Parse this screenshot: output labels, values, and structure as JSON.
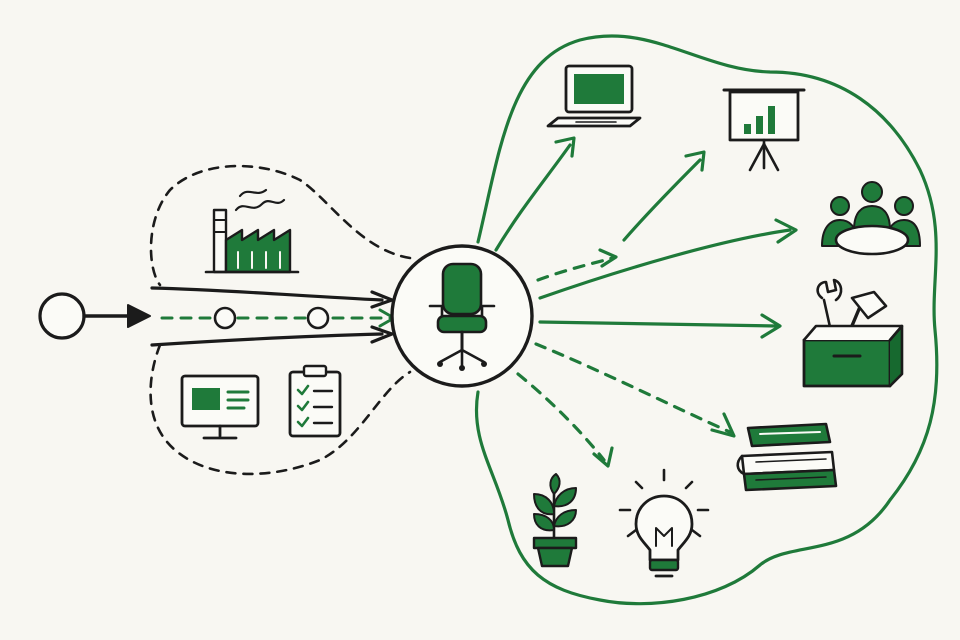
{
  "colors": {
    "background": "#f8f7f2",
    "ink": "#1b1b1b",
    "accent": "#1f7a3a",
    "accent_dark": "#17692f"
  },
  "icons": {
    "input_node": "circle-node-icon",
    "factory": "factory-icon",
    "monitor": "monitor-icon",
    "clipboard": "clipboard-checklist-icon",
    "center": "office-chair-icon",
    "laptop": "laptop-icon",
    "presentation": "presentation-board-icon",
    "team": "team-meeting-icon",
    "toolbox": "toolbox-icon",
    "books": "books-icon",
    "lightbulb": "lightbulb-icon",
    "plant": "potted-plant-icon"
  },
  "arrows": {
    "solid_to": [
      "laptop",
      "team",
      "toolbox"
    ],
    "dashed_to": [
      "presentation",
      "books",
      "lightbulb"
    ]
  }
}
